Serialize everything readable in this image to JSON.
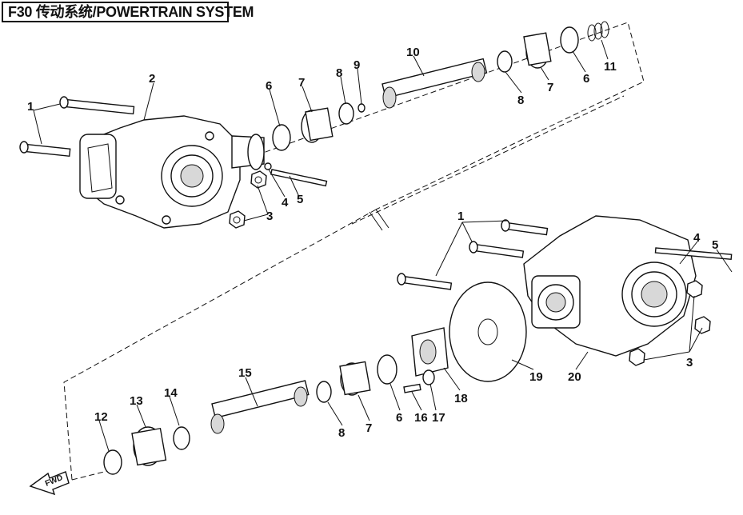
{
  "header": {
    "title": "F30 传动系统/POWERTRAIN SYSTEM"
  },
  "fwd_marker": "FWD",
  "callouts": {
    "top": [
      {
        "id": "t1",
        "label": "1"
      },
      {
        "id": "t2",
        "label": "2"
      },
      {
        "id": "t3",
        "label": "3"
      },
      {
        "id": "t4",
        "label": "4"
      },
      {
        "id": "t5",
        "label": "5"
      },
      {
        "id": "t6a",
        "label": "6"
      },
      {
        "id": "t7a",
        "label": "7"
      },
      {
        "id": "t8a",
        "label": "8"
      },
      {
        "id": "t9",
        "label": "9"
      },
      {
        "id": "t10",
        "label": "10"
      },
      {
        "id": "t8b",
        "label": "8"
      },
      {
        "id": "t7b",
        "label": "7"
      },
      {
        "id": "t6b",
        "label": "6"
      },
      {
        "id": "t11",
        "label": "11"
      }
    ],
    "bottom": [
      {
        "id": "b1",
        "label": "1"
      },
      {
        "id": "b4",
        "label": "4"
      },
      {
        "id": "b5",
        "label": "5"
      },
      {
        "id": "b3",
        "label": "3"
      },
      {
        "id": "b20",
        "label": "20"
      },
      {
        "id": "b19",
        "label": "19"
      },
      {
        "id": "b18",
        "label": "18"
      },
      {
        "id": "b17",
        "label": "17"
      },
      {
        "id": "b16",
        "label": "16"
      },
      {
        "id": "b6",
        "label": "6"
      },
      {
        "id": "b7",
        "label": "7"
      },
      {
        "id": "b8",
        "label": "8"
      },
      {
        "id": "b15",
        "label": "15"
      },
      {
        "id": "b14",
        "label": "14"
      },
      {
        "id": "b13",
        "label": "13"
      },
      {
        "id": "b12",
        "label": "12"
      }
    ]
  }
}
